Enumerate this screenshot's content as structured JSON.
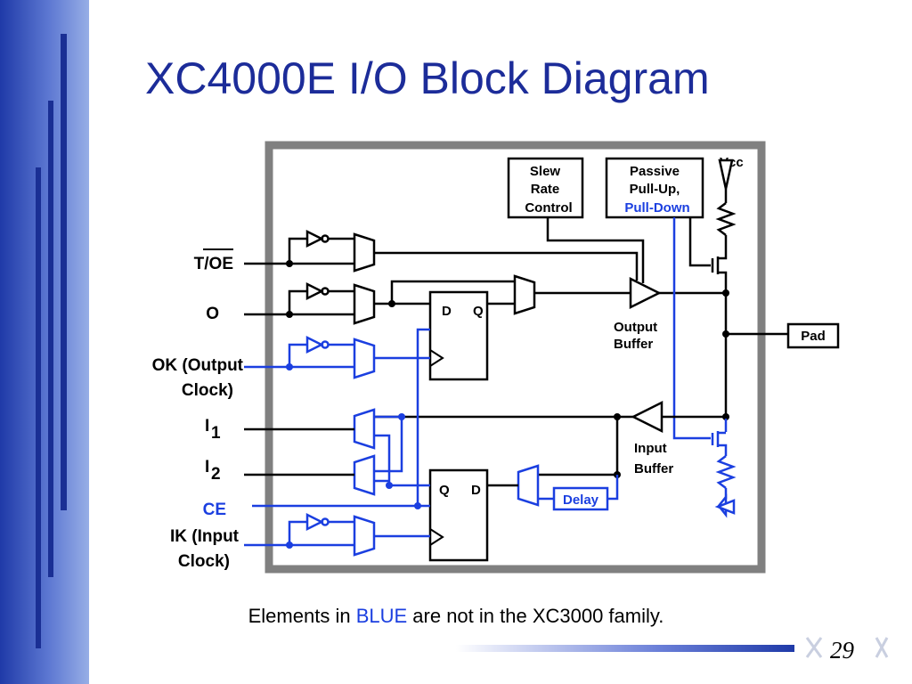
{
  "title": "XC4000E I/O Block Diagram",
  "footer": {
    "prefix": "Elements in ",
    "highlight": "BLUE",
    "suffix": " are not in the XC3000 family."
  },
  "page_number": "29",
  "colors": {
    "legacy": "#000000",
    "new": "#1b3fe0",
    "title": "#1c2c99",
    "frame": "#808080"
  },
  "inputs": {
    "toe": "T/OE",
    "o": "O",
    "ok_line1": "OK (Output",
    "ok_line2": "Clock)",
    "i1_main": "I",
    "i1_sub": "1",
    "i2_main": "I",
    "i2_sub": "2",
    "ce": "CE",
    "ik_line1": "IK (Input",
    "ik_line2": "Clock)"
  },
  "blocks": {
    "slew": [
      "Slew",
      "Rate",
      "Control"
    ],
    "passive": [
      "Passive",
      "Pull-Up,",
      "Pull-Down"
    ],
    "vcc": "Vcc",
    "pad": "Pad",
    "output_buffer": [
      "Output",
      "Buffer"
    ],
    "input_buffer": [
      "Input",
      "Buffer"
    ],
    "delay": "Delay",
    "ff_out": [
      "D",
      "Q"
    ],
    "ff_in": [
      "Q",
      "D"
    ]
  }
}
